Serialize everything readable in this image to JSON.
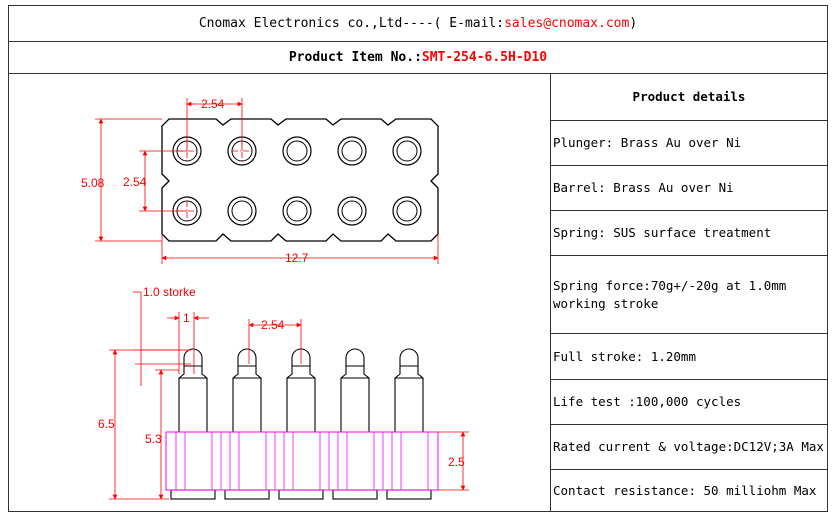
{
  "header": {
    "company": "Cnomax Electronics co.,Ltd----( E-mail: ",
    "email": "sales@cnomax.com",
    "close": ")"
  },
  "item": {
    "label": "Product Item No.: ",
    "value": "SMT-254-6.5H-D10"
  },
  "drawing": {
    "dim_pitch_top": "2.54",
    "dim_row_pitch": "2.54",
    "dim_height": "5.08",
    "dim_length": "12.7",
    "stroke_label": "1.0 storke",
    "dim_one": "1",
    "dim_pitch_side": "2.54",
    "dim_total": "6.5",
    "dim_body": "5.3",
    "dim_base": "2.5"
  },
  "details": {
    "title": "Product details",
    "rows": [
      "Plunger: Brass Au over Ni",
      "Barrel: Brass Au over Ni",
      "Spring: SUS surface treatment",
      "Spring force:70g+/-20g at 1.0mm working stroke",
      "Full stroke: 1.20mm",
      "Life test :100,000 cycles",
      "Rated current & voltage:DC12V;3A Max",
      "Contact resistance: 50 milliohm Max"
    ]
  },
  "colors": {
    "dimension": "#ff0000",
    "insulator": "#ff00ff",
    "outline": "#000000"
  }
}
